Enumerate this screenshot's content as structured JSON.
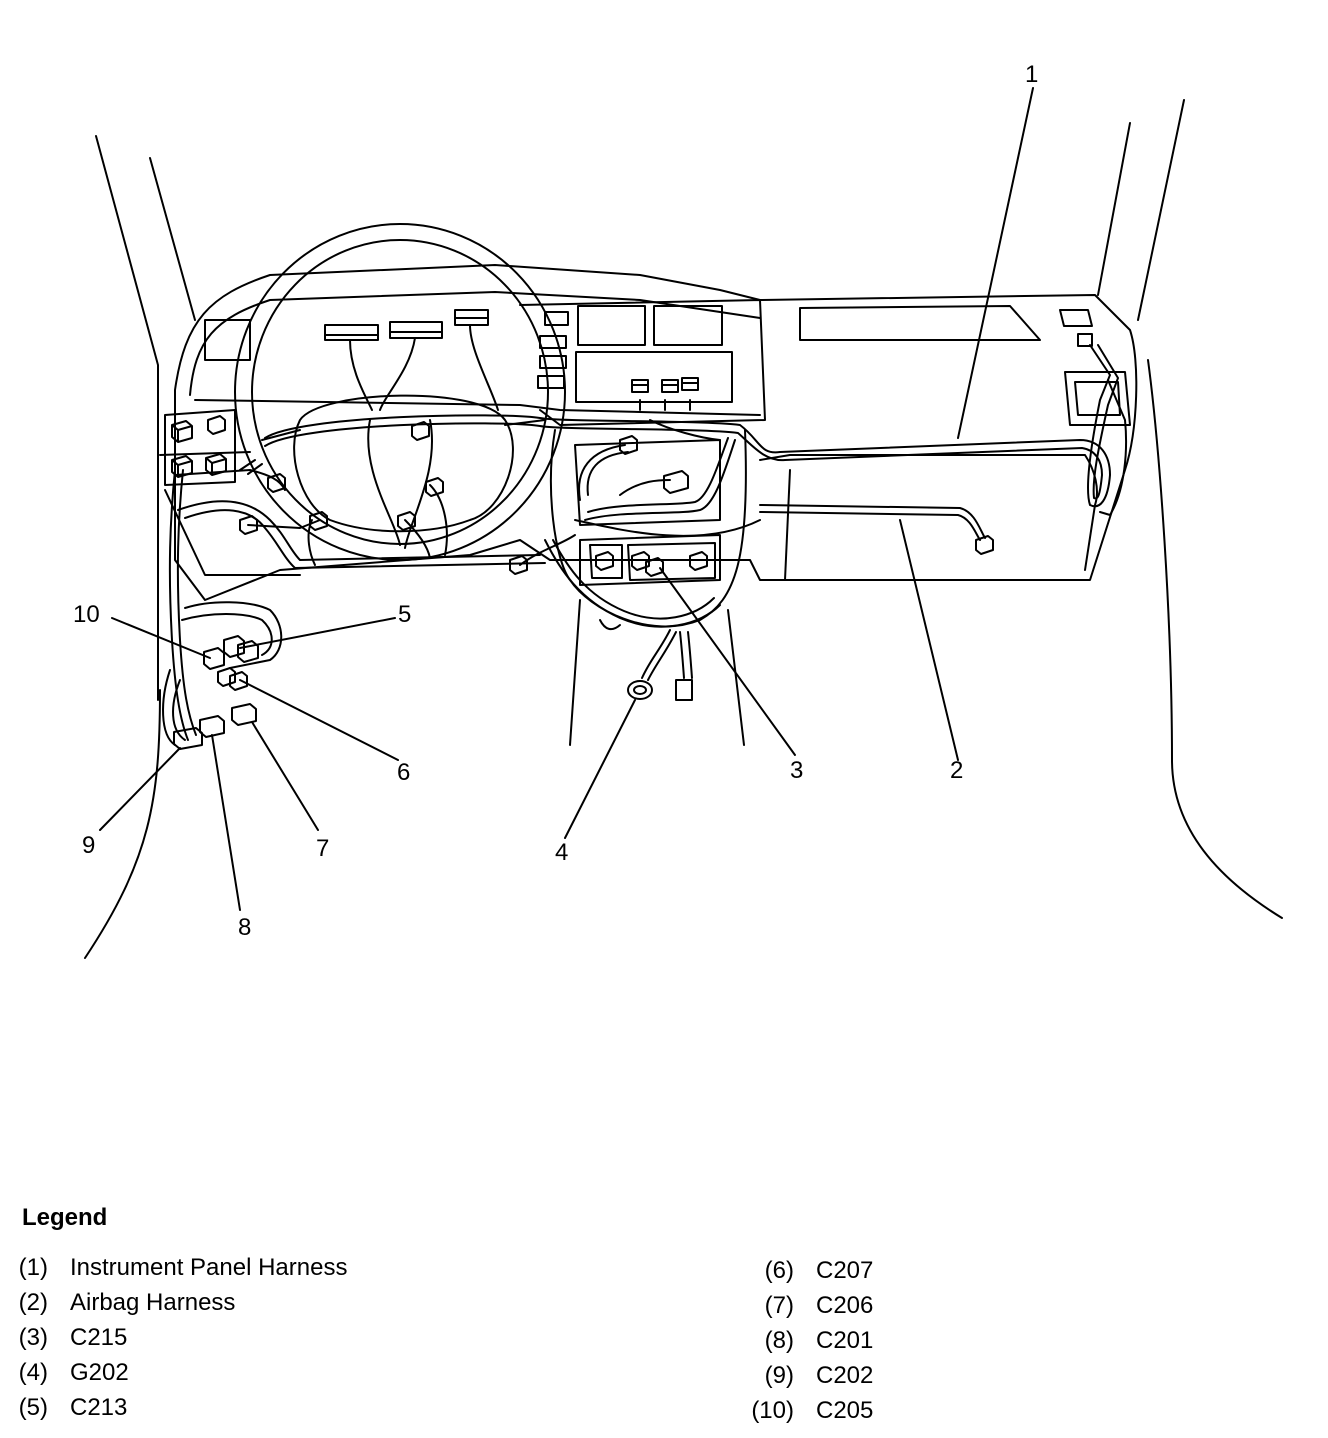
{
  "diagram": {
    "callouts": [
      "1",
      "2",
      "3",
      "4",
      "5",
      "6",
      "7",
      "8",
      "9",
      "10"
    ]
  },
  "legend": {
    "title": "Legend",
    "items": [
      {
        "num": "(1)",
        "text": "Instrument Panel Harness"
      },
      {
        "num": "(2)",
        "text": "Airbag Harness"
      },
      {
        "num": "(3)",
        "text": "C215"
      },
      {
        "num": "(4)",
        "text": "G202"
      },
      {
        "num": "(5)",
        "text": "C213"
      },
      {
        "num": "(6)",
        "text": "C207"
      },
      {
        "num": "(7)",
        "text": "C206"
      },
      {
        "num": "(8)",
        "text": "C201"
      },
      {
        "num": "(9)",
        "text": "C202"
      },
      {
        "num": "(10)",
        "text": "C205"
      }
    ]
  }
}
